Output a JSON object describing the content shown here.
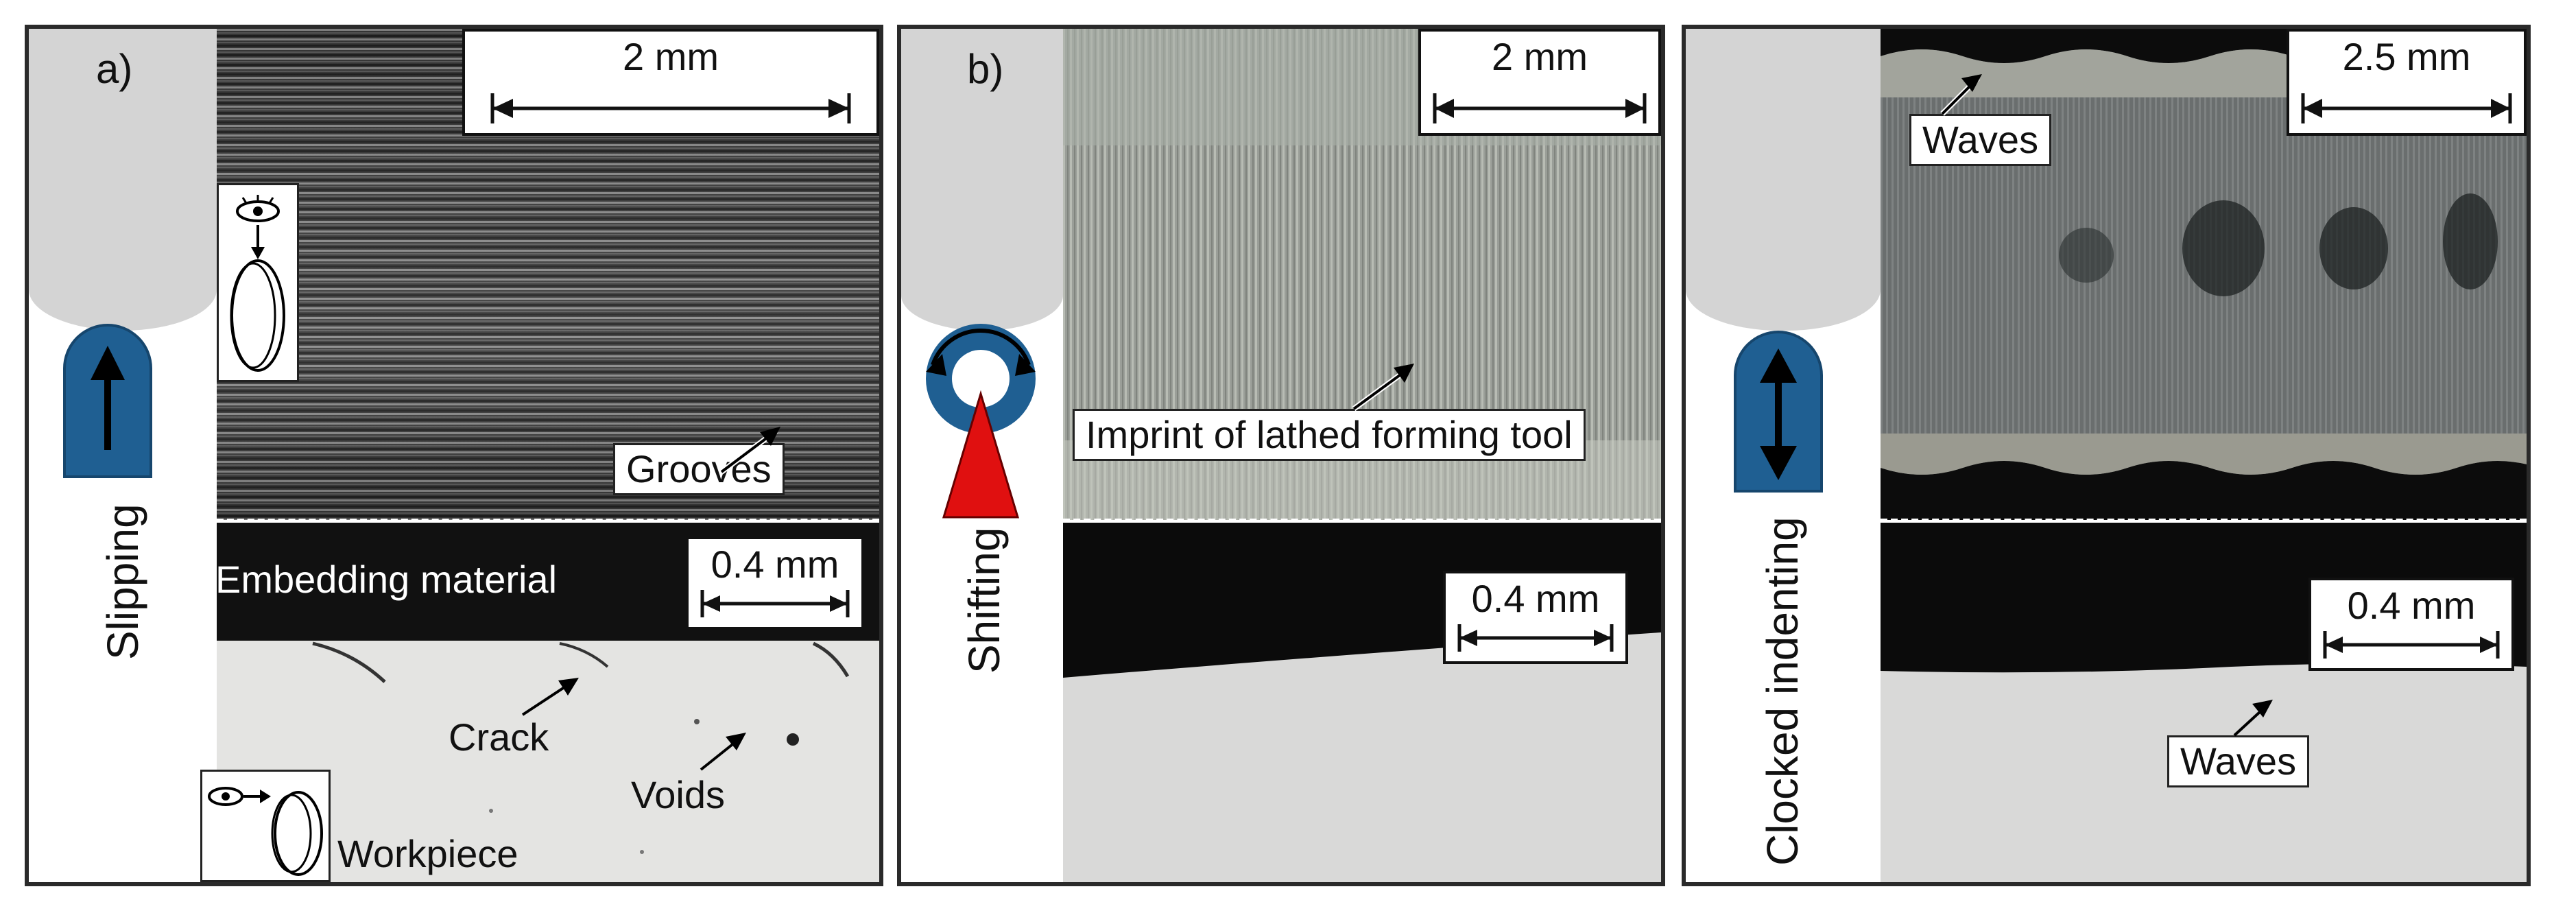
{
  "panels": [
    {
      "letter": "a)",
      "direction_label": "Slipping",
      "top_scale": "2 mm",
      "bottom_scale": "0.4 mm",
      "labels": {
        "grooves": "Grooves",
        "embedding": "Embedding material",
        "crack": "Crack",
        "voids": "Voids",
        "workpiece": "Workpiece"
      },
      "icons": [
        "eye-icon",
        "workpiece-disk-icon",
        "up-arrow-icon"
      ]
    },
    {
      "letter": "b)",
      "direction_label": "Shifting",
      "top_scale": "2 mm",
      "bottom_scale": "0.4 mm",
      "labels": {
        "imprint": "Imprint of lathed forming tool"
      },
      "icons": [
        "rotation-arrows-icon",
        "red-tool-triangle-icon"
      ]
    },
    {
      "direction_label": "Clocked indenting",
      "top_scale": "2.5 mm",
      "bottom_scale": "0.4 mm",
      "labels": {
        "waves_top": "Waves",
        "waves_bottom": "Waves"
      },
      "icons": [
        "double-arrow-icon"
      ]
    }
  ],
  "colors": {
    "frame": "#2a2a2a",
    "tool_gray": "#d4d4d4",
    "direction_blue": "#1f5f92",
    "tool_red": "#e01010"
  }
}
